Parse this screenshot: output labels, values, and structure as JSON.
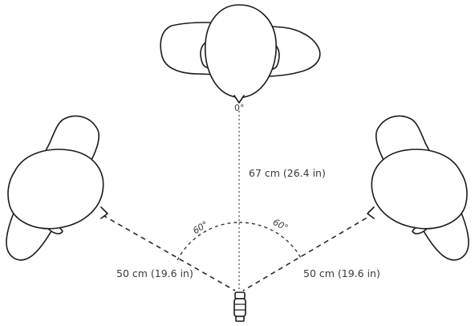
{
  "labels": {
    "center_angle": "0°",
    "front_distance": "67 cm (26.4 in)",
    "left_angle": "60°",
    "right_angle": "60°",
    "left_distance": "50 cm (19.6 in)",
    "right_distance": "50 cm (19.6 in)"
  },
  "people": [
    {
      "position": "front",
      "icon": "person-top-view-icon"
    },
    {
      "position": "left",
      "icon": "person-top-view-icon"
    },
    {
      "position": "right",
      "icon": "person-top-view-icon"
    }
  ],
  "microphone": {
    "icon": "microphone-icon"
  },
  "colors": {
    "stroke": "#1a1a1a",
    "text": "#3a3a3a",
    "background": "#ffffff"
  }
}
